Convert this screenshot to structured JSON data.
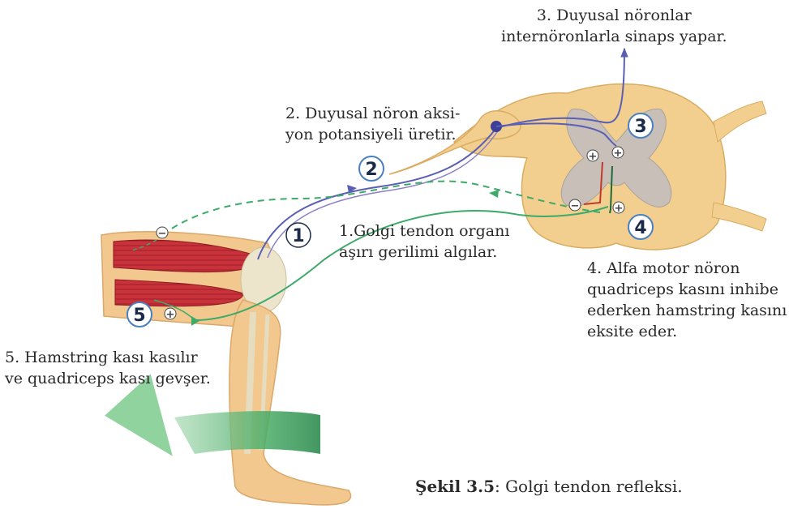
{
  "annotations": {
    "step1": [
      "1.Golgi tendon organı",
      "aşırı gerilimi algılar."
    ],
    "step2": [
      "2. Duyusal nöron aksi-",
      "yon potansiyeli üretir."
    ],
    "step3": [
      "3. Duyusal nöronlar",
      "internöronlarla sinaps yapar."
    ],
    "step4": [
      "4. Alfa motor nöron",
      "quadriceps kasını inhibe",
      "ederken hamstring kasını",
      "eksite eder."
    ],
    "step5": [
      "5. Hamstring kası kasılır",
      "ve quadriceps kası gevşer."
    ]
  },
  "markers": {
    "m1": "1",
    "m2": "2",
    "m3": "3",
    "m4": "4",
    "m5": "5"
  },
  "signs": {
    "plus": "+",
    "minus": "−"
  },
  "caption": {
    "label": "Şekil 3.5",
    "text": ": Golgi tendon refleksi."
  },
  "colors": {
    "sensory": "#5a5fb5",
    "motor_green": "#3daa6a",
    "inhibitory_red": "#c0392b",
    "spinal_tan": "#f2cf8e",
    "gray_matter": "#c8c0b8",
    "muscle": "#c8323a",
    "skin": "#f3c88f"
  }
}
